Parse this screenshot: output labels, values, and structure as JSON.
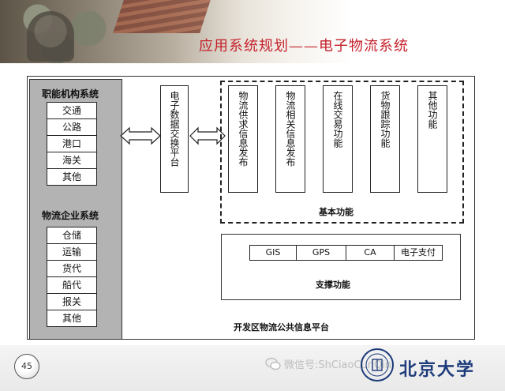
{
  "header": {
    "title": "应用系统规划——电子物流系统"
  },
  "left_panel": {
    "group1": {
      "title": "职能机构系统",
      "items": [
        "交通",
        "公路",
        "港口",
        "海关",
        "其他"
      ]
    },
    "group2": {
      "title": "物流企业系统",
      "items": [
        "仓储",
        "运输",
        "货代",
        "船代",
        "报关",
        "其他"
      ]
    }
  },
  "exchange": {
    "label": "电子数据交换平台"
  },
  "basic_functions": {
    "label": "基本功能",
    "items": [
      "物流供求信息发布",
      "物流相关信息发布",
      "在线交易功能",
      "货物跟踪功能",
      "其他功能"
    ]
  },
  "support_functions": {
    "label": "支撑功能",
    "items": [
      "GIS",
      "GPS",
      "CA",
      "电子支付"
    ]
  },
  "platform": {
    "label": "开发区物流公共信息平台"
  },
  "footer": {
    "page_number": "45",
    "watermark": "微信号:ShCiaoCunQin",
    "university_logo": "北京大学"
  }
}
